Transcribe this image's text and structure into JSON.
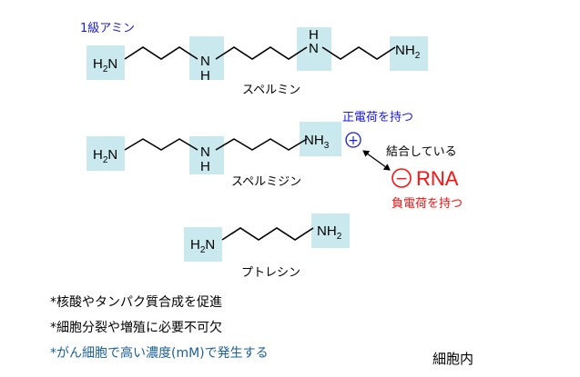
{
  "colors": {
    "box_fill": "#c9e9ee",
    "blue": "#1a1ae6",
    "red": "#ff1010",
    "note_blue": "#1a5f9a"
  },
  "labels": {
    "primary_amine": "1級アミン",
    "spermine": "スペルミン",
    "spermidine": "スペルミジン",
    "putrescine": "プトレシン",
    "positive_charge": "正電荷を持つ",
    "negative_charge": "負電荷を持つ",
    "binding": "結合している",
    "rna": "RNA",
    "location": "細胞内"
  },
  "atoms": {
    "amine_group": "H",
    "amine_n": "N",
    "primary_sub": "2",
    "ammonium_sub": "3",
    "imino_n": "N",
    "imino_h": "H"
  },
  "symbols": {
    "plus": "+",
    "minus": "−"
  },
  "notes": [
    {
      "text": "*核酸やタンパク質合成を促進",
      "color": "#000000"
    },
    {
      "text": "*細胞分裂や増殖に必要不可欠",
      "color": "#000000"
    },
    {
      "text": "*がん細胞で高い濃度(mM)で発生する",
      "color": "#1a5f9a"
    }
  ]
}
